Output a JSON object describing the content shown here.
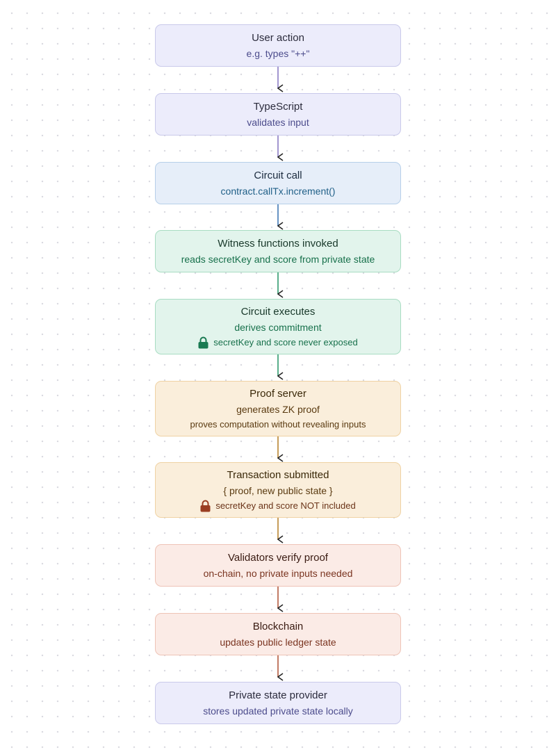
{
  "nodes": [
    {
      "title": "User action",
      "subtitle": "e.g. types \"++\"",
      "note": "",
      "theme": "purple"
    },
    {
      "title": "TypeScript",
      "subtitle": "validates input",
      "note": "",
      "theme": "purple"
    },
    {
      "title": "Circuit call",
      "subtitle": "contract.callTx.increment()",
      "note": "",
      "theme": "blue"
    },
    {
      "title": "Witness functions invoked",
      "subtitle": "reads secretKey and score from private state",
      "note": "",
      "theme": "green"
    },
    {
      "title": "Circuit executes",
      "subtitle": "derives commitment",
      "note": "secretKey and score never exposed",
      "note_icon": "lock-closed-icon",
      "theme": "green"
    },
    {
      "title": "Proof server",
      "subtitle": "generates ZK proof",
      "note": "proves computation without revealing inputs",
      "theme": "amber"
    },
    {
      "title": "Transaction submitted",
      "subtitle": "{ proof, new public state }",
      "note": "secretKey and score NOT included",
      "note_icon": "lock-open-icon",
      "theme": "amber"
    },
    {
      "title": "Validators verify proof",
      "subtitle": "on-chain, no private inputs needed",
      "note": "",
      "theme": "rose"
    },
    {
      "title": "Blockchain",
      "subtitle": "updates public ledger state",
      "note": "",
      "theme": "rose"
    },
    {
      "title": "Private state provider",
      "subtitle": "stores updated private state locally",
      "note": "",
      "theme": "purple"
    }
  ],
  "colors": {
    "arrow_purple": "#8a7cc4",
    "arrow_blue": "#3f78b5",
    "arrow_green": "#2f9a6c",
    "arrow_amber": "#b8832f",
    "arrow_rose": "#b25a3e",
    "lock_green": "#1a7a52",
    "lock_rust": "#9a3e22"
  }
}
